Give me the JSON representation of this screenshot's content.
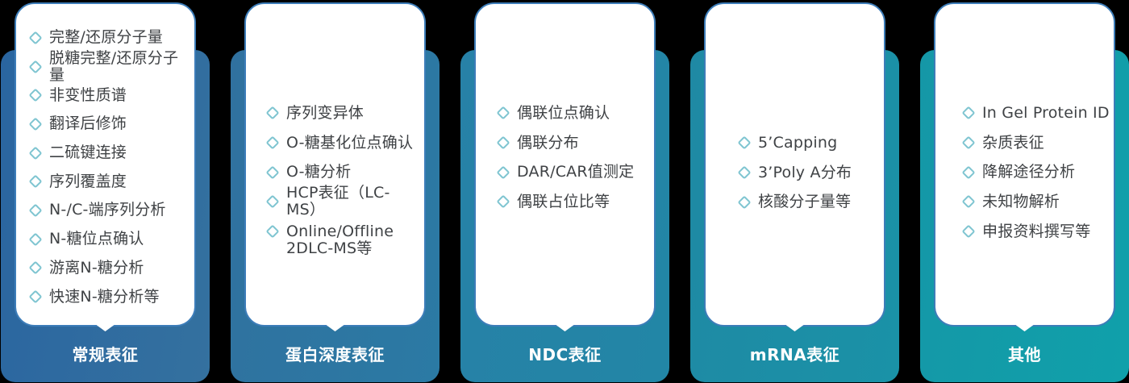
{
  "page": {
    "background": "#000000"
  },
  "colors": {
    "card_border": "#3d7db9",
    "diamond_outline": "#7fc5d1",
    "item_text": "#3f4245",
    "label_text": "#ffffff"
  },
  "cards": [
    {
      "label": "常规表征",
      "gradient": {
        "from": "#2a65a0",
        "to": "#34719f"
      },
      "items": [
        "完整/还原分子量",
        "脱糖完整/还原分子量",
        "非变性质谱",
        "翻译后修饰",
        "二硫键连接",
        "序列覆盖度",
        "N-/C-端序列分析",
        "N-糖位点确认",
        "游离N-糖分析",
        "快速N-糖分析等"
      ]
    },
    {
      "label": "蛋白深度表征",
      "gradient": {
        "from": "#30719f",
        "to": "#2b7aa4"
      },
      "items": [
        "序列变异体",
        "O-糖基化位点确认",
        "O-糖分析",
        "HCP表征（LC-MS）",
        "Online/Offline\n2DLC-MS等"
      ]
    },
    {
      "label": "NDC表征",
      "gradient": {
        "from": "#2781a7",
        "to": "#2286a6"
      },
      "items": [
        "偶联位点确认",
        "偶联分布",
        "DAR/CAR值测定",
        "偶联占位比等"
      ]
    },
    {
      "label": "mRNA表征",
      "gradient": {
        "from": "#1f89a4",
        "to": "#1a92a7"
      },
      "items": [
        "5’Capping",
        "3’Poly A分布",
        "核酸分子量等"
      ]
    },
    {
      "label": "其他",
      "gradient": {
        "from": "#1597a7",
        "to": "#10a0aa"
      },
      "items": [
        "In Gel Protein ID",
        "杂质表征",
        "降解途径分析",
        "未知物解析",
        "申报资料撰写等"
      ]
    }
  ]
}
